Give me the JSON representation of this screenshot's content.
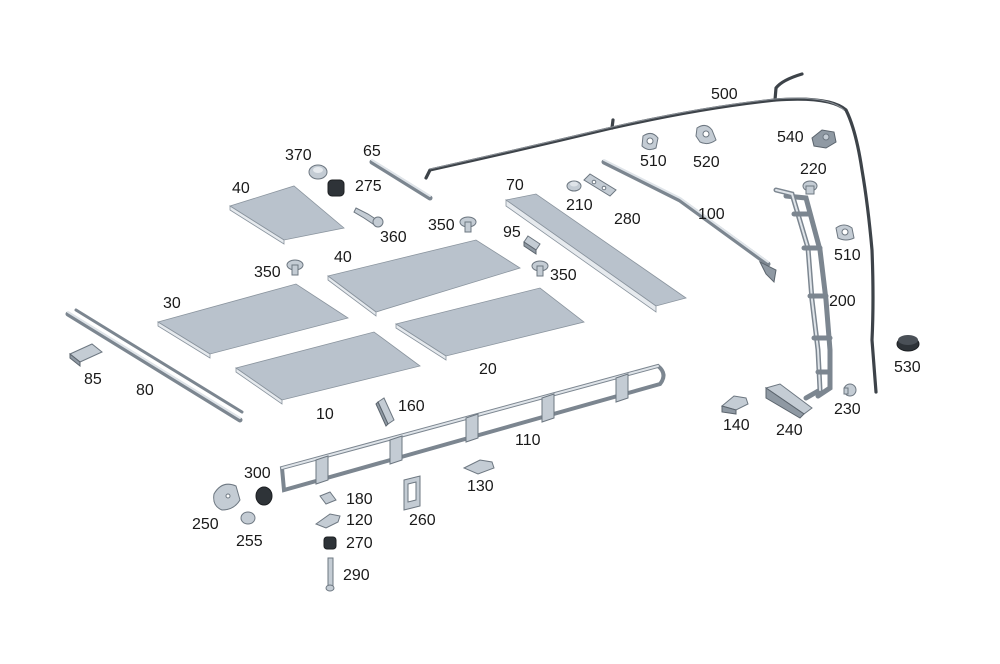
{
  "diagram": {
    "callouts": [
      "500",
      "540",
      "520",
      "510",
      "220",
      "510",
      "200",
      "530",
      "230",
      "240",
      "140",
      "370",
      "65",
      "275",
      "40",
      "360",
      "350",
      "70",
      "210",
      "280",
      "100",
      "95",
      "40",
      "350",
      "350",
      "30",
      "20",
      "85",
      "80",
      "10",
      "160",
      "110",
      "130",
      "300",
      "180",
      "120",
      "250",
      "255",
      "260",
      "270",
      "290"
    ]
  }
}
